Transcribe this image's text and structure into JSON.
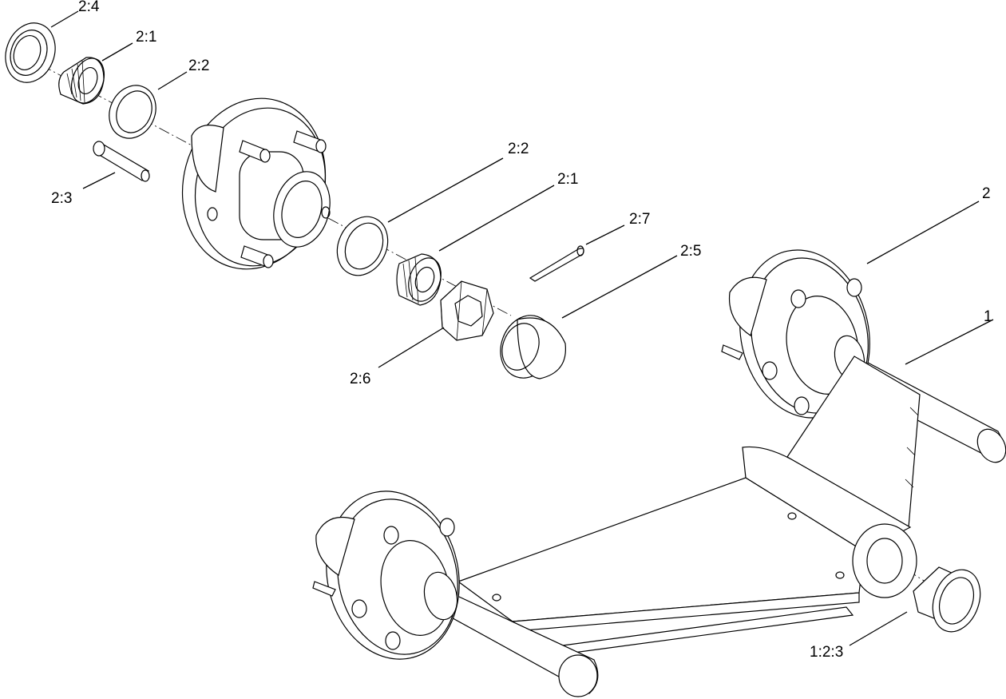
{
  "callouts": {
    "c_2_4_top": "2:4",
    "c_2_1_top": "2:1",
    "c_2_2_top": "2:2",
    "c_2_3": "2:3",
    "c_2_2_mid": "2:2",
    "c_2_1_mid": "2:1",
    "c_2_7": "2:7",
    "c_2_5": "2:5",
    "c_2_6": "2:6",
    "c_2": "2",
    "c_1": "1",
    "c_1_2_3": "1:2:3"
  }
}
